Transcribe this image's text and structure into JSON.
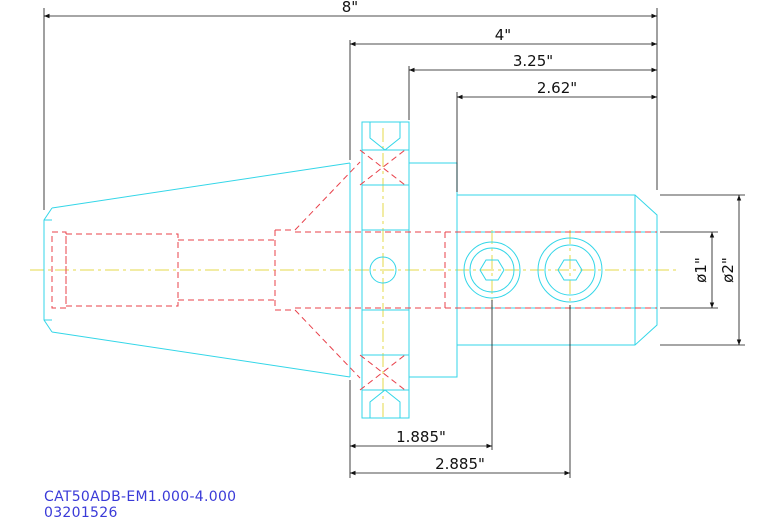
{
  "dimensions": {
    "overall_length": "8\"",
    "length_4": "4\"",
    "length_325": "3.25\"",
    "length_262": "2.62\"",
    "screw_1": "1.885\"",
    "screw_2": "2.885\"",
    "bore_dia": "ø1\"",
    "body_dia": "ø2\""
  },
  "caption": {
    "part_number": "CAT50ADB-EM1.000-4.000",
    "serial": "03201526"
  },
  "colors": {
    "outline": "#33d6e8",
    "hidden": "#e8404a",
    "center": "#e6d84a",
    "dimension": "#111111",
    "caption": "#3a3ad8"
  }
}
